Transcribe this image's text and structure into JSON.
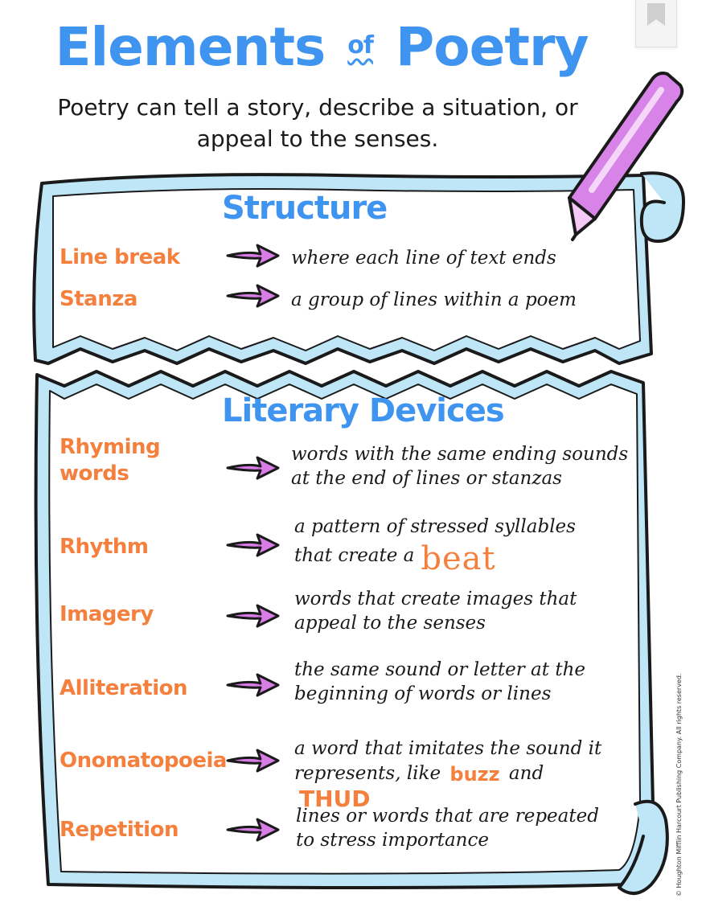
{
  "title": {
    "main_before": "Elements",
    "of": "of",
    "main_after": "Poetry"
  },
  "subtitle": "Poetry can tell a story, describe a situation, or appeal to the senses.",
  "structure": {
    "heading": "Structure",
    "items": [
      {
        "term": "Line break",
        "definition": "where each line of text ends"
      },
      {
        "term": "Stanza",
        "definition": "a group of lines within a poem"
      }
    ]
  },
  "devices": {
    "heading": "Literary Devices",
    "items": [
      {
        "term": "Rhyming words",
        "definition": "words with the same ending sounds at the end of lines or stanzas"
      },
      {
        "term": "Rhythm",
        "definition": "a pattern of stressed syllables that create a",
        "effect": "beat"
      },
      {
        "term": "Imagery",
        "definition": "words that create images that appeal to the senses"
      },
      {
        "term": "Alliteration",
        "definition": "the same sound or letter at the beginning of words or lines"
      },
      {
        "term": "Onomatopoeia",
        "definition": "a word that imitates the sound it represents, like",
        "effect1": "buzz",
        "joiner": "and",
        "effect2": "THUD"
      },
      {
        "term": "Repetition",
        "definition": "lines or words that are repeated to stress importance"
      }
    ]
  },
  "copyright": "© Houghton Mifflin Harcourt Publishing Company. All rights reserved.",
  "colors": {
    "title_blue": "#3f94f0",
    "term_orange": "#f5803e",
    "scroll_blue": "#bfe6f7",
    "pencil_purple": "#d783e8",
    "arrow_purple": "#d97de6"
  },
  "icons": [
    "bookmark-icon",
    "pencil-icon",
    "arrow-icon"
  ]
}
